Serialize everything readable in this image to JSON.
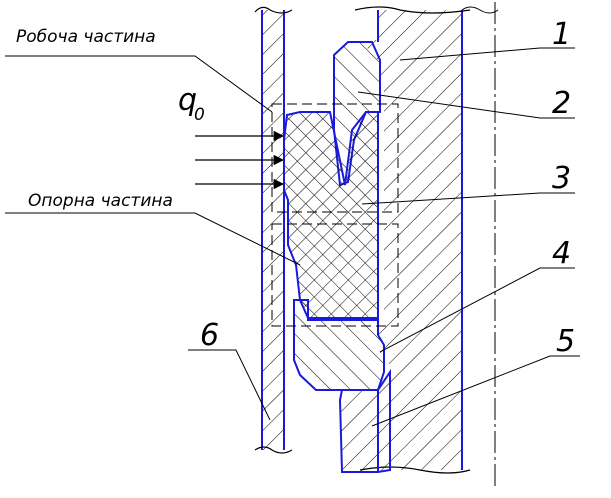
{
  "labels": {
    "working_part": "Робоча частина",
    "support_part": "Опорна частина",
    "load_symbol": "q",
    "load_subscript": "0"
  },
  "callouts": [
    "1",
    "2",
    "3",
    "4",
    "5",
    "6"
  ],
  "colors": {
    "outline": "#1a1adc",
    "hatch": "#000000",
    "dashed": "#000000"
  }
}
